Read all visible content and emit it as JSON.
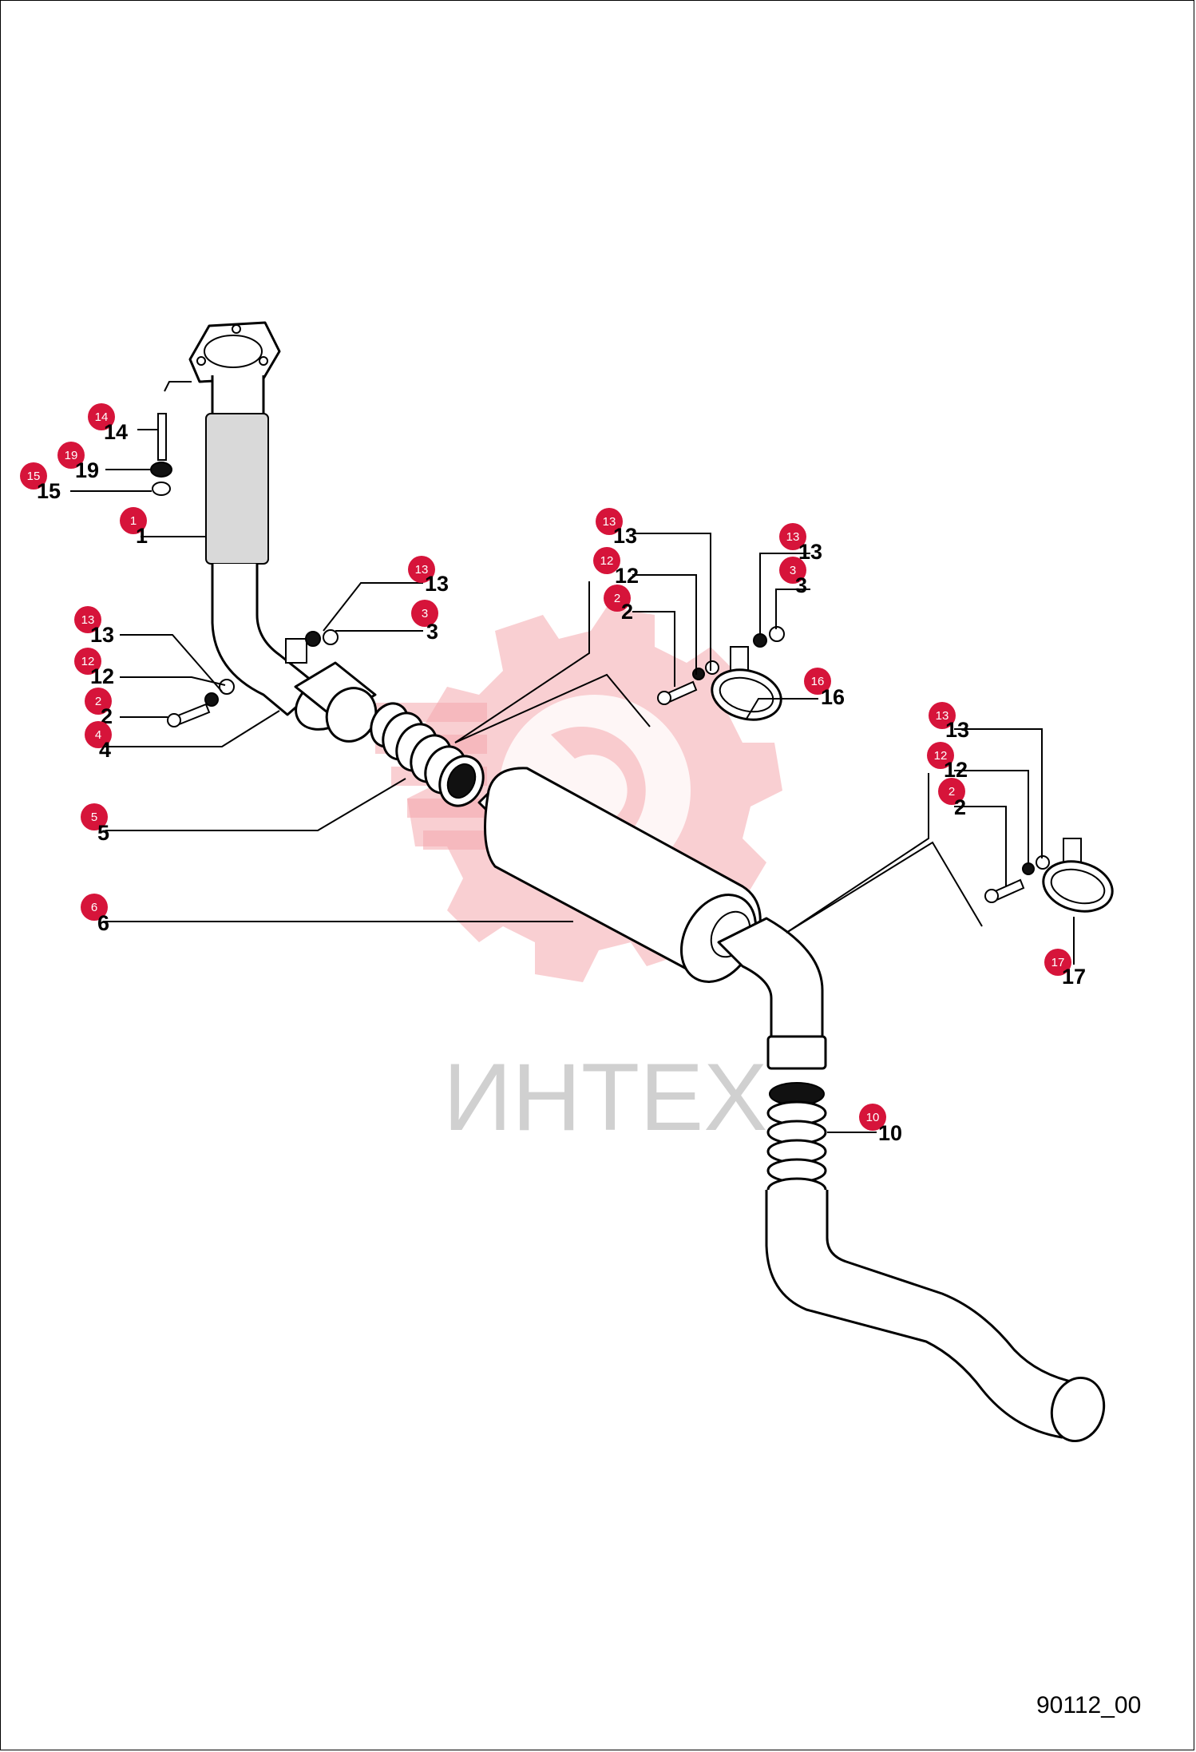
{
  "watermark": {
    "text": "ИНТЕХ",
    "color": "#f4a8ad"
  },
  "drawing_code": "90112_00",
  "accent_color": "#d6143a",
  "callouts": [
    {
      "id": "c14",
      "number": "14",
      "label": "14"
    },
    {
      "id": "c19",
      "number": "19",
      "label": "19"
    },
    {
      "id": "c15",
      "number": "15",
      "label": "15"
    },
    {
      "id": "c1",
      "number": "1",
      "label": "1"
    },
    {
      "id": "c13a",
      "number": "13",
      "label": "13"
    },
    {
      "id": "c3a",
      "number": "3",
      "label": "3"
    },
    {
      "id": "c13b",
      "number": "13",
      "label": "13"
    },
    {
      "id": "c12a",
      "number": "12",
      "label": "12"
    },
    {
      "id": "c2a",
      "number": "2",
      "label": "2"
    },
    {
      "id": "c4",
      "number": "4",
      "label": "4"
    },
    {
      "id": "c5",
      "number": "5",
      "label": "5"
    },
    {
      "id": "c6",
      "number": "6",
      "label": "6"
    },
    {
      "id": "c13c",
      "number": "13",
      "label": "13"
    },
    {
      "id": "c12b",
      "number": "12",
      "label": "12"
    },
    {
      "id": "c2b",
      "number": "2",
      "label": "2"
    },
    {
      "id": "c13d",
      "number": "13",
      "label": "13"
    },
    {
      "id": "c3b",
      "number": "3",
      "label": "3"
    },
    {
      "id": "c16",
      "number": "16",
      "label": "16"
    },
    {
      "id": "c13e",
      "number": "13",
      "label": "13"
    },
    {
      "id": "c12c",
      "number": "12",
      "label": "12"
    },
    {
      "id": "c2c",
      "number": "2",
      "label": "2"
    },
    {
      "id": "c17",
      "number": "17",
      "label": "17"
    },
    {
      "id": "c10",
      "number": "10",
      "label": "10"
    }
  ]
}
